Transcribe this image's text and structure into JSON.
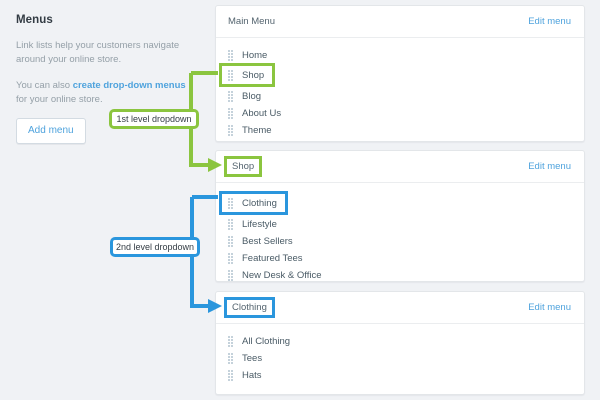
{
  "page": {
    "background": "#f0f2f5",
    "accent_blue": "#2a96dd",
    "accent_green": "#8bc53f",
    "link_blue": "#4fa3dd"
  },
  "sidebar": {
    "title": "Menus",
    "paragraph_1": "Link lists help your customers navigate around your online store.",
    "paragraph_2_before": "You can also ",
    "paragraph_2_link": "create drop-down menus",
    "paragraph_2_after": " for your online store.",
    "add_menu_label": "Add menu"
  },
  "annotations": [
    {
      "id": "first-level",
      "label": "1st level dropdown",
      "color": "#8bc53f"
    },
    {
      "id": "second-level",
      "label": "2nd level dropdown",
      "color": "#2a96dd"
    }
  ],
  "cards": [
    {
      "id": "main-menu",
      "title": "Main Menu",
      "title_highlight": "none",
      "edit_label": "Edit menu",
      "items": [
        {
          "label": "Home",
          "highlight": "none"
        },
        {
          "label": "Shop",
          "highlight": "green"
        },
        {
          "label": "Blog",
          "highlight": "none"
        },
        {
          "label": "About Us",
          "highlight": "none"
        },
        {
          "label": "Theme",
          "highlight": "none"
        }
      ]
    },
    {
      "id": "shop",
      "title": "Shop",
      "title_highlight": "green",
      "edit_label": "Edit menu",
      "items": [
        {
          "label": "Clothing",
          "highlight": "blue"
        },
        {
          "label": "Lifestyle",
          "highlight": "none"
        },
        {
          "label": "Best Sellers",
          "highlight": "none"
        },
        {
          "label": "Featured Tees",
          "highlight": "none"
        },
        {
          "label": "New Desk & Office",
          "highlight": "none"
        }
      ]
    },
    {
      "id": "clothing",
      "title": "Clothing",
      "title_highlight": "blue",
      "edit_label": "Edit menu",
      "items": [
        {
          "label": "All Clothing",
          "highlight": "none"
        },
        {
          "label": "Tees",
          "highlight": "none"
        },
        {
          "label": "Hats",
          "highlight": "none"
        }
      ]
    }
  ],
  "icons": {
    "drag_handle": "drag-handle-icon",
    "arrow": "arrow-right-icon"
  }
}
